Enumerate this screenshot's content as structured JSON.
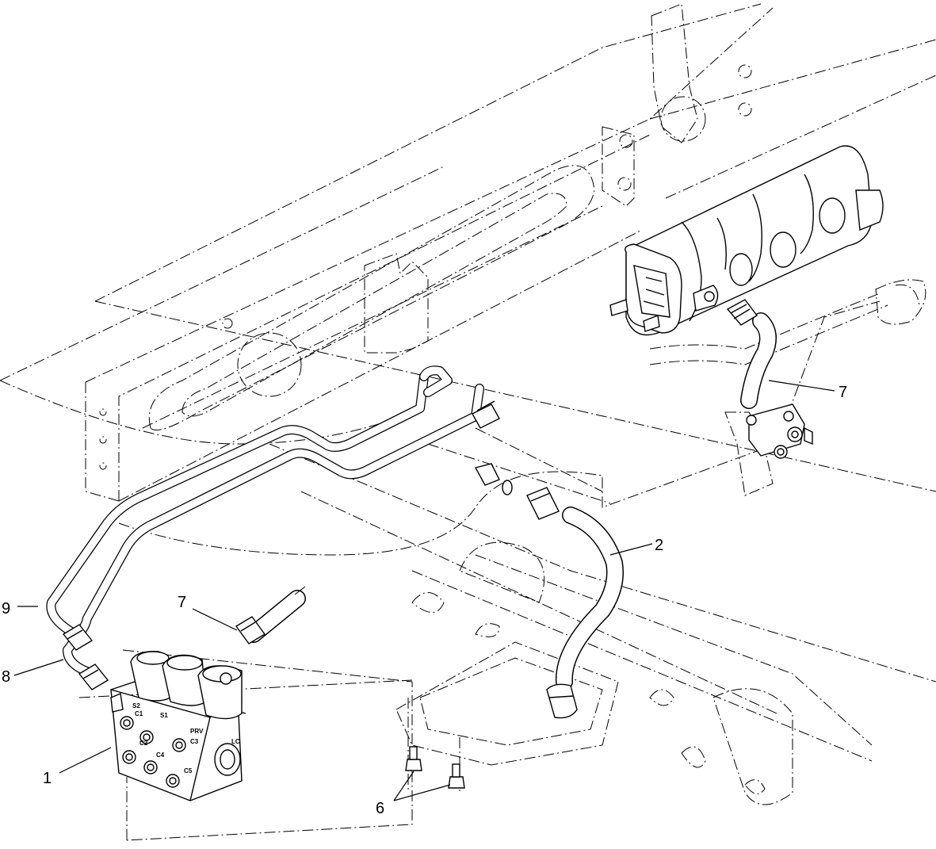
{
  "callouts": [
    {
      "id": "c1",
      "label": "1"
    },
    {
      "id": "c2",
      "label": "2"
    },
    {
      "id": "c6",
      "label": "6"
    },
    {
      "id": "c7a",
      "label": "7"
    },
    {
      "id": "c7b",
      "label": "7"
    },
    {
      "id": "c8",
      "label": "8"
    },
    {
      "id": "c9",
      "label": "9"
    }
  ],
  "port_labels": {
    "s2": "S2",
    "s1": "S1",
    "c1": "C1",
    "c2": "C2",
    "c3": "C3",
    "c4": "C4",
    "c5": "C5",
    "prv": "PRV",
    "lc": "LC"
  }
}
